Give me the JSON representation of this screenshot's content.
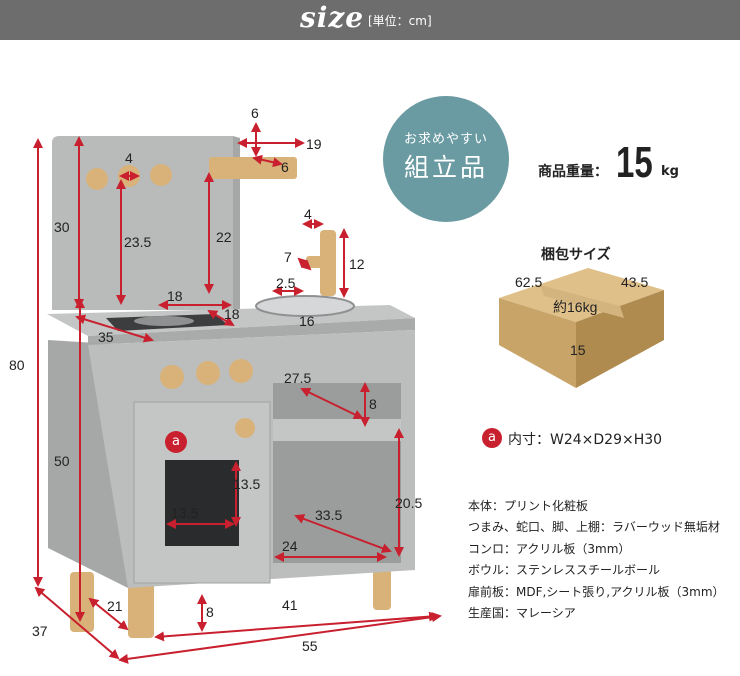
{
  "header": {
    "title": "size",
    "unit": "[単位：cm]"
  },
  "badge": {
    "line1": "お求めやすい",
    "line2": "組立品"
  },
  "weight": {
    "label": "商品重量：",
    "value": "15",
    "unit": "kg"
  },
  "package": {
    "title": "梱包サイズ",
    "w": "62.5",
    "d": "43.5",
    "weight": "約16kg",
    "h": "15"
  },
  "inner": {
    "badge": "a",
    "text": "内寸：W24×D29×H30"
  },
  "materials": [
    "本体：プリント化粧板",
    "つまみ、蛇口、脚、上棚：ラバーウッド無垢材",
    "コンロ：アクリル板（3mm）",
    "ボウル：ステンレススチールボール",
    "扉前板：MDF,シート張り,アクリル板（3mm）",
    "生産国：マレーシア"
  ],
  "dims": {
    "shelf_d": "6",
    "shelf_w": "19",
    "shelf_h": "6",
    "knob": "4",
    "board_h": "30",
    "peg_span": "23.5",
    "shelf_drop": "22",
    "faucet_w": "4",
    "faucet_reach": "7",
    "faucet_base": "2.5",
    "faucet_h": "12",
    "stove_w": "18",
    "stove_d": "18",
    "depth_top": "35",
    "bowl": "16",
    "total_h": "80",
    "cnt_h": "27.5",
    "cnt_d": "8",
    "lower_h": "50",
    "win_h": "13.5",
    "win_w": "13.5",
    "sh_d": "33.5",
    "sh_h": "20.5",
    "sh_w": "24",
    "leg_d": "21",
    "leg_h": "8",
    "inner_w": "41",
    "depth": "37",
    "width": "55"
  },
  "door_badge": "a",
  "colors": {
    "body": "#b7b9b8",
    "accent": "#6a9ba3",
    "red": "#c8202e",
    "header": "#6d6d6d",
    "wood": "#d9b27a",
    "box": "#c8a468"
  }
}
